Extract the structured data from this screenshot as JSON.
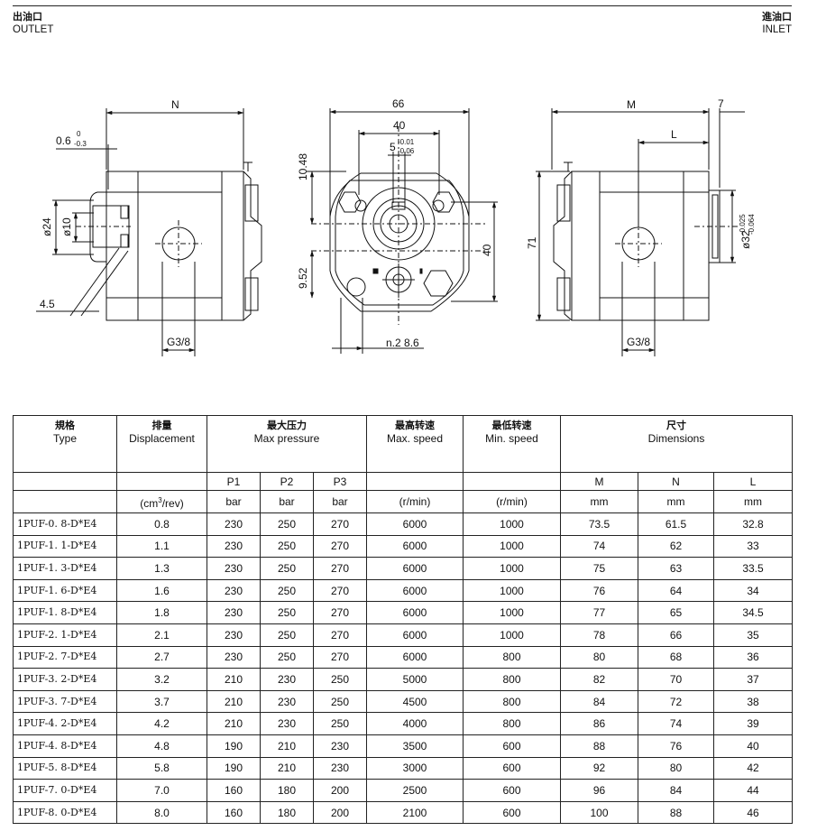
{
  "outlet": {
    "cn": "出油口",
    "en": "OUTLET"
  },
  "inlet": {
    "cn": "進油口",
    "en": "INLET"
  },
  "dims": {
    "n": "N",
    "zero_six": "0.6",
    "zero_six_up": "0",
    "zero_six_dn": "-0.3",
    "d24": "ø24",
    "d10": "ø10",
    "four_five": "4.5",
    "g38_left": "G3/8",
    "sixty_six": "66",
    "forty_top": "40",
    "five": "5",
    "five_up": "-0.01",
    "five_dn": "-0.06",
    "ten_48": "10.48",
    "nine_52": "9.52",
    "forty_right": "40",
    "n2": "n.2  8.6",
    "m": "M",
    "seven": "7",
    "l": "L",
    "seventy_one": "71",
    "d32": "ø32",
    "d32_up": "-0.025",
    "d32_dn": "-0.064",
    "g38_right": "G3/8"
  },
  "table": {
    "headers": {
      "type": {
        "cn": "規格",
        "en": "Type"
      },
      "displacement": {
        "cn": "排量",
        "en": "Displacement"
      },
      "pressure": {
        "cn": "最大压力",
        "en": "Max pressure"
      },
      "max_speed": {
        "cn": "最高转速",
        "en": "Max. speed"
      },
      "min_speed": {
        "cn": "最低转速",
        "en": "Min. speed"
      },
      "dimensions": {
        "cn": "尺寸",
        "en": "Dimensions"
      }
    },
    "sub": {
      "p1": "P1",
      "p2": "P2",
      "p3": "P3",
      "m": "M",
      "n": "N",
      "l": "L"
    },
    "units": {
      "disp_pre": "(cm",
      "disp_sup": "3",
      "disp_post": "/rev)",
      "bar1": "bar",
      "bar2": "bar",
      "bar3": "bar",
      "rpm_max": "(r/min)",
      "rpm_min": "(r/min)",
      "mm1": "mm",
      "mm2": "mm",
      "mm3": "mm"
    },
    "rows": [
      [
        "1PUF-0. 8-D*E4",
        "0.8",
        "230",
        "250",
        "270",
        "6000",
        "1000",
        "73.5",
        "61.5",
        "32.8"
      ],
      [
        "1PUF-1. 1-D*E4",
        "1.1",
        "230",
        "250",
        "270",
        "6000",
        "1000",
        "74",
        "62",
        "33"
      ],
      [
        "1PUF-1. 3-D*E4",
        "1.3",
        "230",
        "250",
        "270",
        "6000",
        "1000",
        "75",
        "63",
        "33.5"
      ],
      [
        "1PUF-1. 6-D*E4",
        "1.6",
        "230",
        "250",
        "270",
        "6000",
        "1000",
        "76",
        "64",
        "34"
      ],
      [
        "1PUF-1. 8-D*E4",
        "1.8",
        "230",
        "250",
        "270",
        "6000",
        "1000",
        "77",
        "65",
        "34.5"
      ],
      [
        "1PUF-2. 1-D*E4",
        "2.1",
        "230",
        "250",
        "270",
        "6000",
        "1000",
        "78",
        "66",
        "35"
      ],
      [
        "1PUF-2. 7-D*E4",
        "2.7",
        "230",
        "250",
        "270",
        "6000",
        "800",
        "80",
        "68",
        "36"
      ],
      [
        "1PUF-3. 2-D*E4",
        "3.2",
        "210",
        "230",
        "250",
        "5000",
        "800",
        "82",
        "70",
        "37"
      ],
      [
        "1PUF-3. 7-D*E4",
        "3.7",
        "210",
        "230",
        "250",
        "4500",
        "800",
        "84",
        "72",
        "38"
      ],
      [
        "1PUF-4. 2-D*E4",
        "4.2",
        "210",
        "230",
        "250",
        "4000",
        "800",
        "86",
        "74",
        "39"
      ],
      [
        "1PUF-4. 8-D*E4",
        "4.8",
        "190",
        "210",
        "230",
        "3500",
        "600",
        "88",
        "76",
        "40"
      ],
      [
        "1PUF-5. 8-D*E4",
        "5.8",
        "190",
        "210",
        "230",
        "3000",
        "600",
        "92",
        "80",
        "42"
      ],
      [
        "1PUF-7. 0-D*E4",
        "7.0",
        "160",
        "180",
        "200",
        "2500",
        "600",
        "96",
        "84",
        "44"
      ],
      [
        "1PUF-8. 0-D*E4",
        "8.0",
        "160",
        "180",
        "200",
        "2100",
        "600",
        "100",
        "88",
        "46"
      ]
    ]
  }
}
